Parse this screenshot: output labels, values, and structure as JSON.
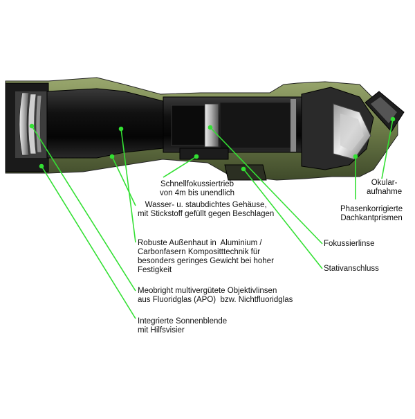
{
  "accent_color": "#33e033",
  "body_color": "#6a7a4a",
  "labels": {
    "schnellfokus": "Schnellfokussiertrieb\nvon 4m bis unendlich",
    "gehaeuse": "Wasser- u. staubdichtes Gehäuse,\nmit Stickstoff gefüllt gegen Beschlagen",
    "aussenhaut": "Robuste Außenhaut in  Aluminium /\nCarbonfasern Kompositttechnik für\nbesonders geringes Gewicht bei hoher\nFestigkeit",
    "objektivlinsen": "Meobright multivergütete Objektivlinsen\naus Fluoridglas (APO)  bzw. Nichtfluoridglas",
    "sonnenblende": "Integrierte Sonnenblende\nmit Hilfsvisier",
    "okular": "Okular-\naufnahme",
    "prismen": "Phasenkorrigierte\nDachkantprismen",
    "fokussierlinse": "Fokussierlinse",
    "stativ": "Stativanschluss"
  }
}
